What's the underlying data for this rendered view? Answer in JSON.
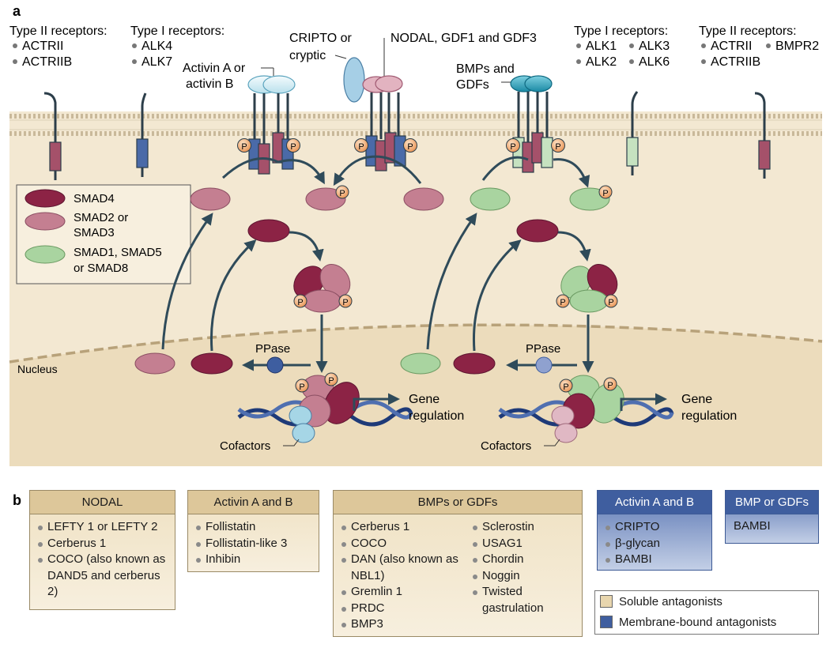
{
  "panel_a": {
    "label": "a",
    "left_type2": {
      "title": "Type II receptors:",
      "items": [
        "ACTRII",
        "ACTRIIB"
      ]
    },
    "left_type1": {
      "title": "Type I receptors:",
      "items": [
        "ALK4",
        "ALK7"
      ]
    },
    "activin_label_1": "Activin A or",
    "activin_label_2": "activin B",
    "cripto_label_1": "CRIPTO or",
    "cripto_label_2": "cryptic",
    "nodal_label": "NODAL, GDF1 and GDF3",
    "bmp_label_1": "BMPs and",
    "bmp_label_2": "GDFs",
    "right_type1": {
      "title": "Type I receptors:",
      "items": [
        "ALK1",
        "ALK2",
        "ALK3",
        "ALK6"
      ]
    },
    "right_type2": {
      "title": "Type II receptors:",
      "items": [
        "ACTRII",
        "ACTRIIB",
        "BMPR2"
      ]
    },
    "legend": {
      "smad4": "SMAD4",
      "smad23_1": "SMAD2 or",
      "smad23_2": "SMAD3",
      "smad158_1": "SMAD1, SMAD5",
      "smad158_2": "or SMAD8"
    },
    "nucleus_label": "Nucleus",
    "ppase_label": "PPase",
    "phospho_label": "P",
    "gene_reg_1": "Gene",
    "gene_reg_2": "regulation",
    "cofactors_label": "Cofactors"
  },
  "panel_b": {
    "label": "b",
    "boxes": {
      "nodal": {
        "title": "NODAL",
        "items": [
          "LEFTY 1 or LEFTY 2",
          "Cerberus 1",
          "COCO (also known as DAND5 and cerberus 2)"
        ]
      },
      "activin": {
        "title": "Activin A and B",
        "items": [
          "Follistatin",
          "Follistatin-like 3",
          "Inhibin"
        ]
      },
      "bmps": {
        "title": "BMPs or GDFs",
        "col1": [
          "Cerberus 1",
          "COCO",
          "DAN (also known as NBL1)",
          "Gremlin 1",
          "PRDC",
          "BMP3"
        ],
        "col2": [
          "Sclerostin",
          "USAG1",
          "Chordin",
          "Noggin",
          "Twisted gastrulation"
        ]
      },
      "activin_membrane": {
        "title": "Activin A and B",
        "items": [
          "CRIPTO",
          "β-glycan",
          "BAMBI"
        ]
      },
      "bmp_membrane": {
        "title": "BMP or GDFs",
        "items": [
          "BAMBI"
        ]
      }
    },
    "legend": {
      "soluble": "Soluble antagonists",
      "membrane": "Membrane-bound antagonists"
    }
  },
  "colors": {
    "cytoplasm": "#f3e8d2",
    "nucleus": "#eee0c4",
    "smad4": "#8c2345",
    "smad23": "#c47f91",
    "smad158": "#a9d4a0",
    "type2_receptor": "#a5516a",
    "type1_left": "#4a6aa8",
    "type1_right": "#c6e2c0",
    "phospho": "#f0a870",
    "arrow": "#2f4b5a",
    "ppase_left": "#3e5ea0",
    "ppase_right": "#8fa1cf",
    "cofactor_left": "#a6d6e6",
    "cofactor_right": "#e0b8c4",
    "soluble_bg": "#e8d6ae",
    "membrane_bg": "#4d6aa8"
  }
}
